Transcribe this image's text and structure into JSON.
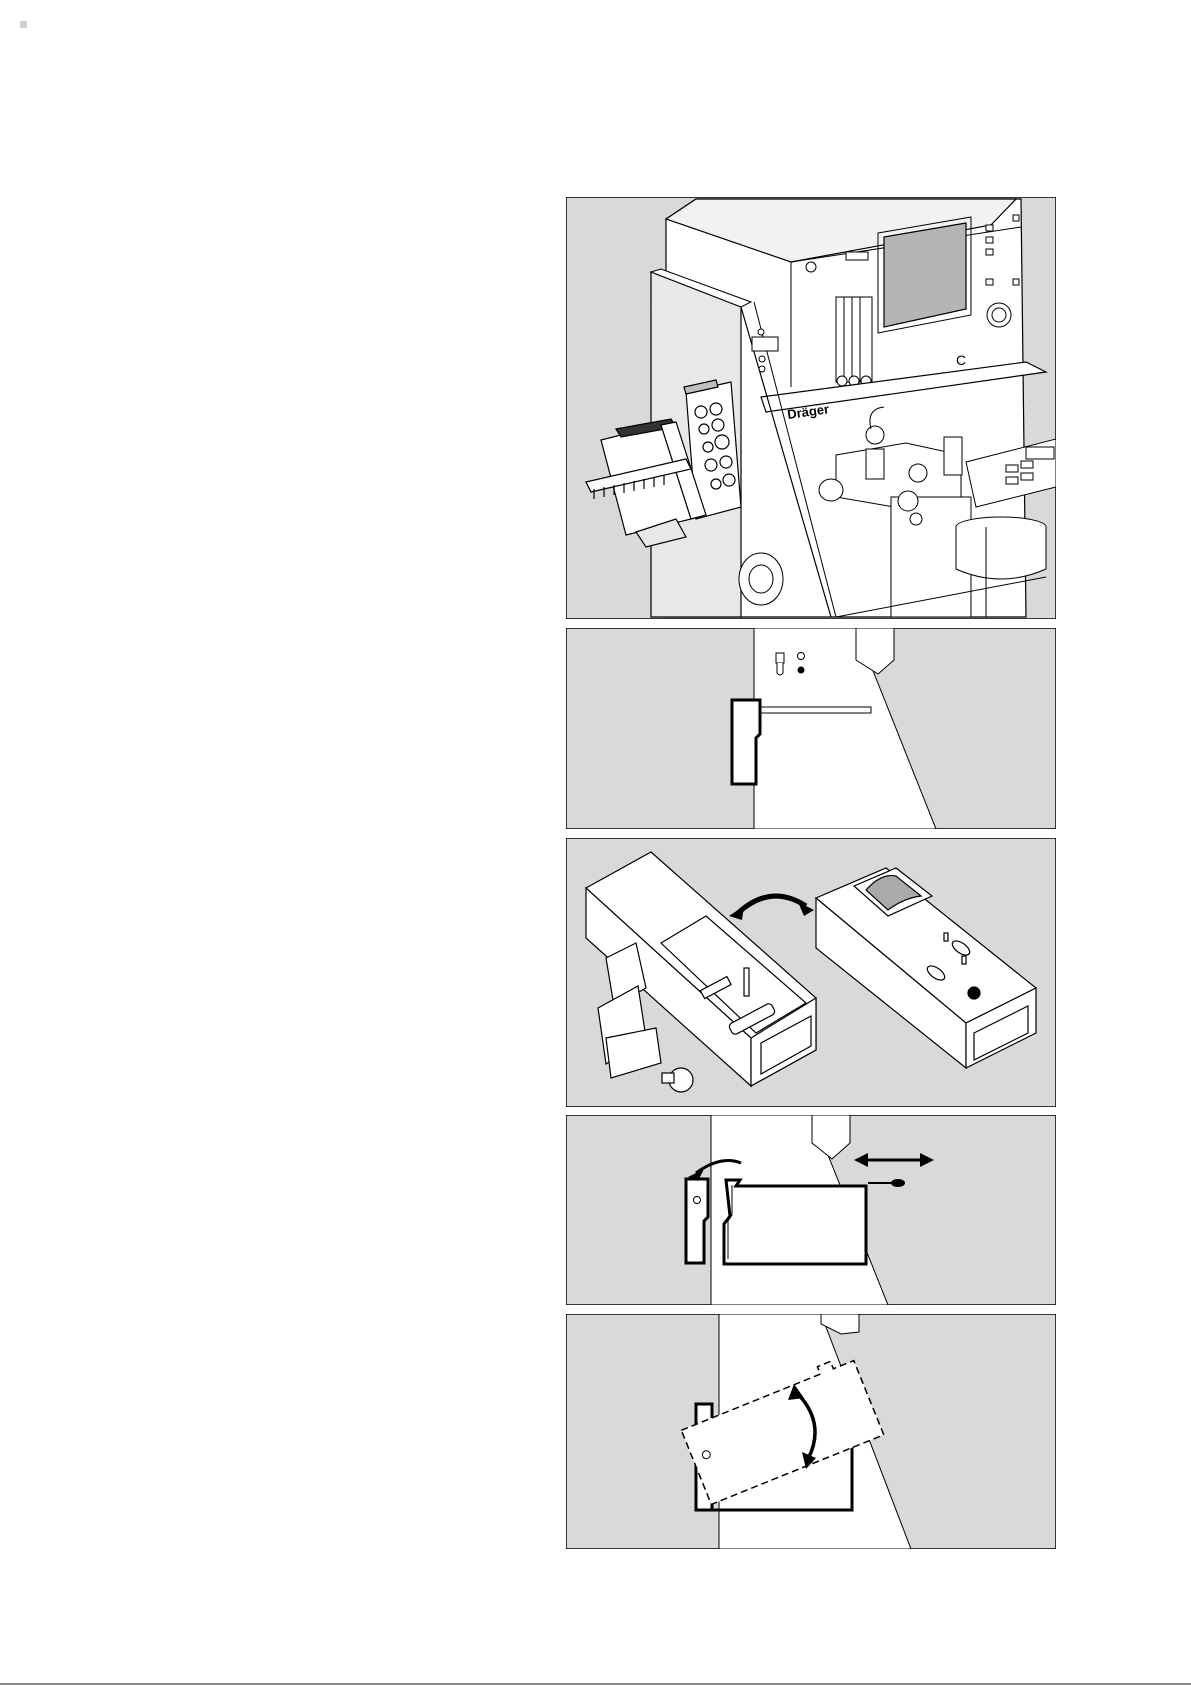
{
  "figure1": {
    "brand_label": "Dräger",
    "icon": "anesthesia-workstation-illustration"
  },
  "figure2": {
    "icon": "mounting-rail-bracket-illustration"
  },
  "figure3": {
    "icon": "holder-and-monitor-module-illustration"
  },
  "figure4": {
    "icon": "attach-module-to-bracket-illustration"
  },
  "figure5": {
    "icon": "pivot-module-into-place-illustration"
  },
  "colors": {
    "panel_bg": "#d9d9d9",
    "line": "#000000",
    "surface": "#ffffff",
    "screen": "#b5b5b5"
  }
}
